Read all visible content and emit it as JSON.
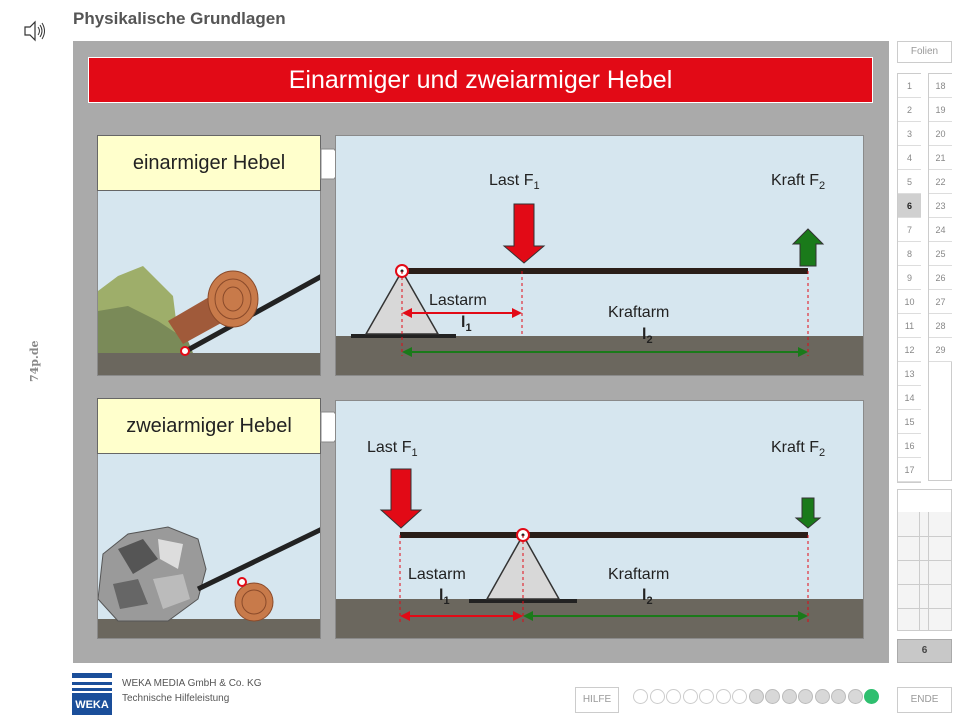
{
  "header": {
    "title": "Physikalische Grundlagen"
  },
  "side_watermark": "74p.de",
  "slide_title": "Einarmiger und zweiarmiger Hebel",
  "panel1": {
    "label": "einarmiger Hebel",
    "last": "Last F",
    "last_sub": "1",
    "kraft": "Kraft F",
    "kraft_sub": "2",
    "lastarm": "Lastarm",
    "l1": "l",
    "l1_sub": "1",
    "kraftarm": "Kraftarm",
    "l2": "l",
    "l2_sub": "2"
  },
  "panel2": {
    "label": "zweiarmiger Hebel",
    "last": "Last F",
    "last_sub": "1",
    "kraft": "Kraft F",
    "kraft_sub": "2",
    "lastarm": "Lastarm",
    "l1": "l",
    "l1_sub": "1",
    "kraftarm": "Kraftarm",
    "l2": "l",
    "l2_sub": "2"
  },
  "nav": {
    "folien_label": "Folien",
    "col1": [
      "1",
      "2",
      "3",
      "4",
      "5",
      "6",
      "7",
      "8",
      "9",
      "10",
      "11",
      "12",
      "13",
      "14",
      "15",
      "16",
      "17"
    ],
    "col2": [
      "18",
      "19",
      "20",
      "21",
      "22",
      "23",
      "24",
      "25",
      "26",
      "27",
      "28",
      "29"
    ],
    "current": "6",
    "current_indicator": "6"
  },
  "footer": {
    "company": "WEKA MEDIA GmbH & Co. KG",
    "subtitle": "Technische Hilfeleistung",
    "logo_text": "WEKA",
    "hilfe": "HILFE",
    "ende": "ENDE",
    "progress_dots": 15,
    "progress_filled": 8,
    "progress_current": 15
  },
  "colors": {
    "title_red": "#e20a16",
    "arrow_red": "#e20a16",
    "arrow_green": "#1a7a1a",
    "label_yellow": "#ffffcc"
  }
}
